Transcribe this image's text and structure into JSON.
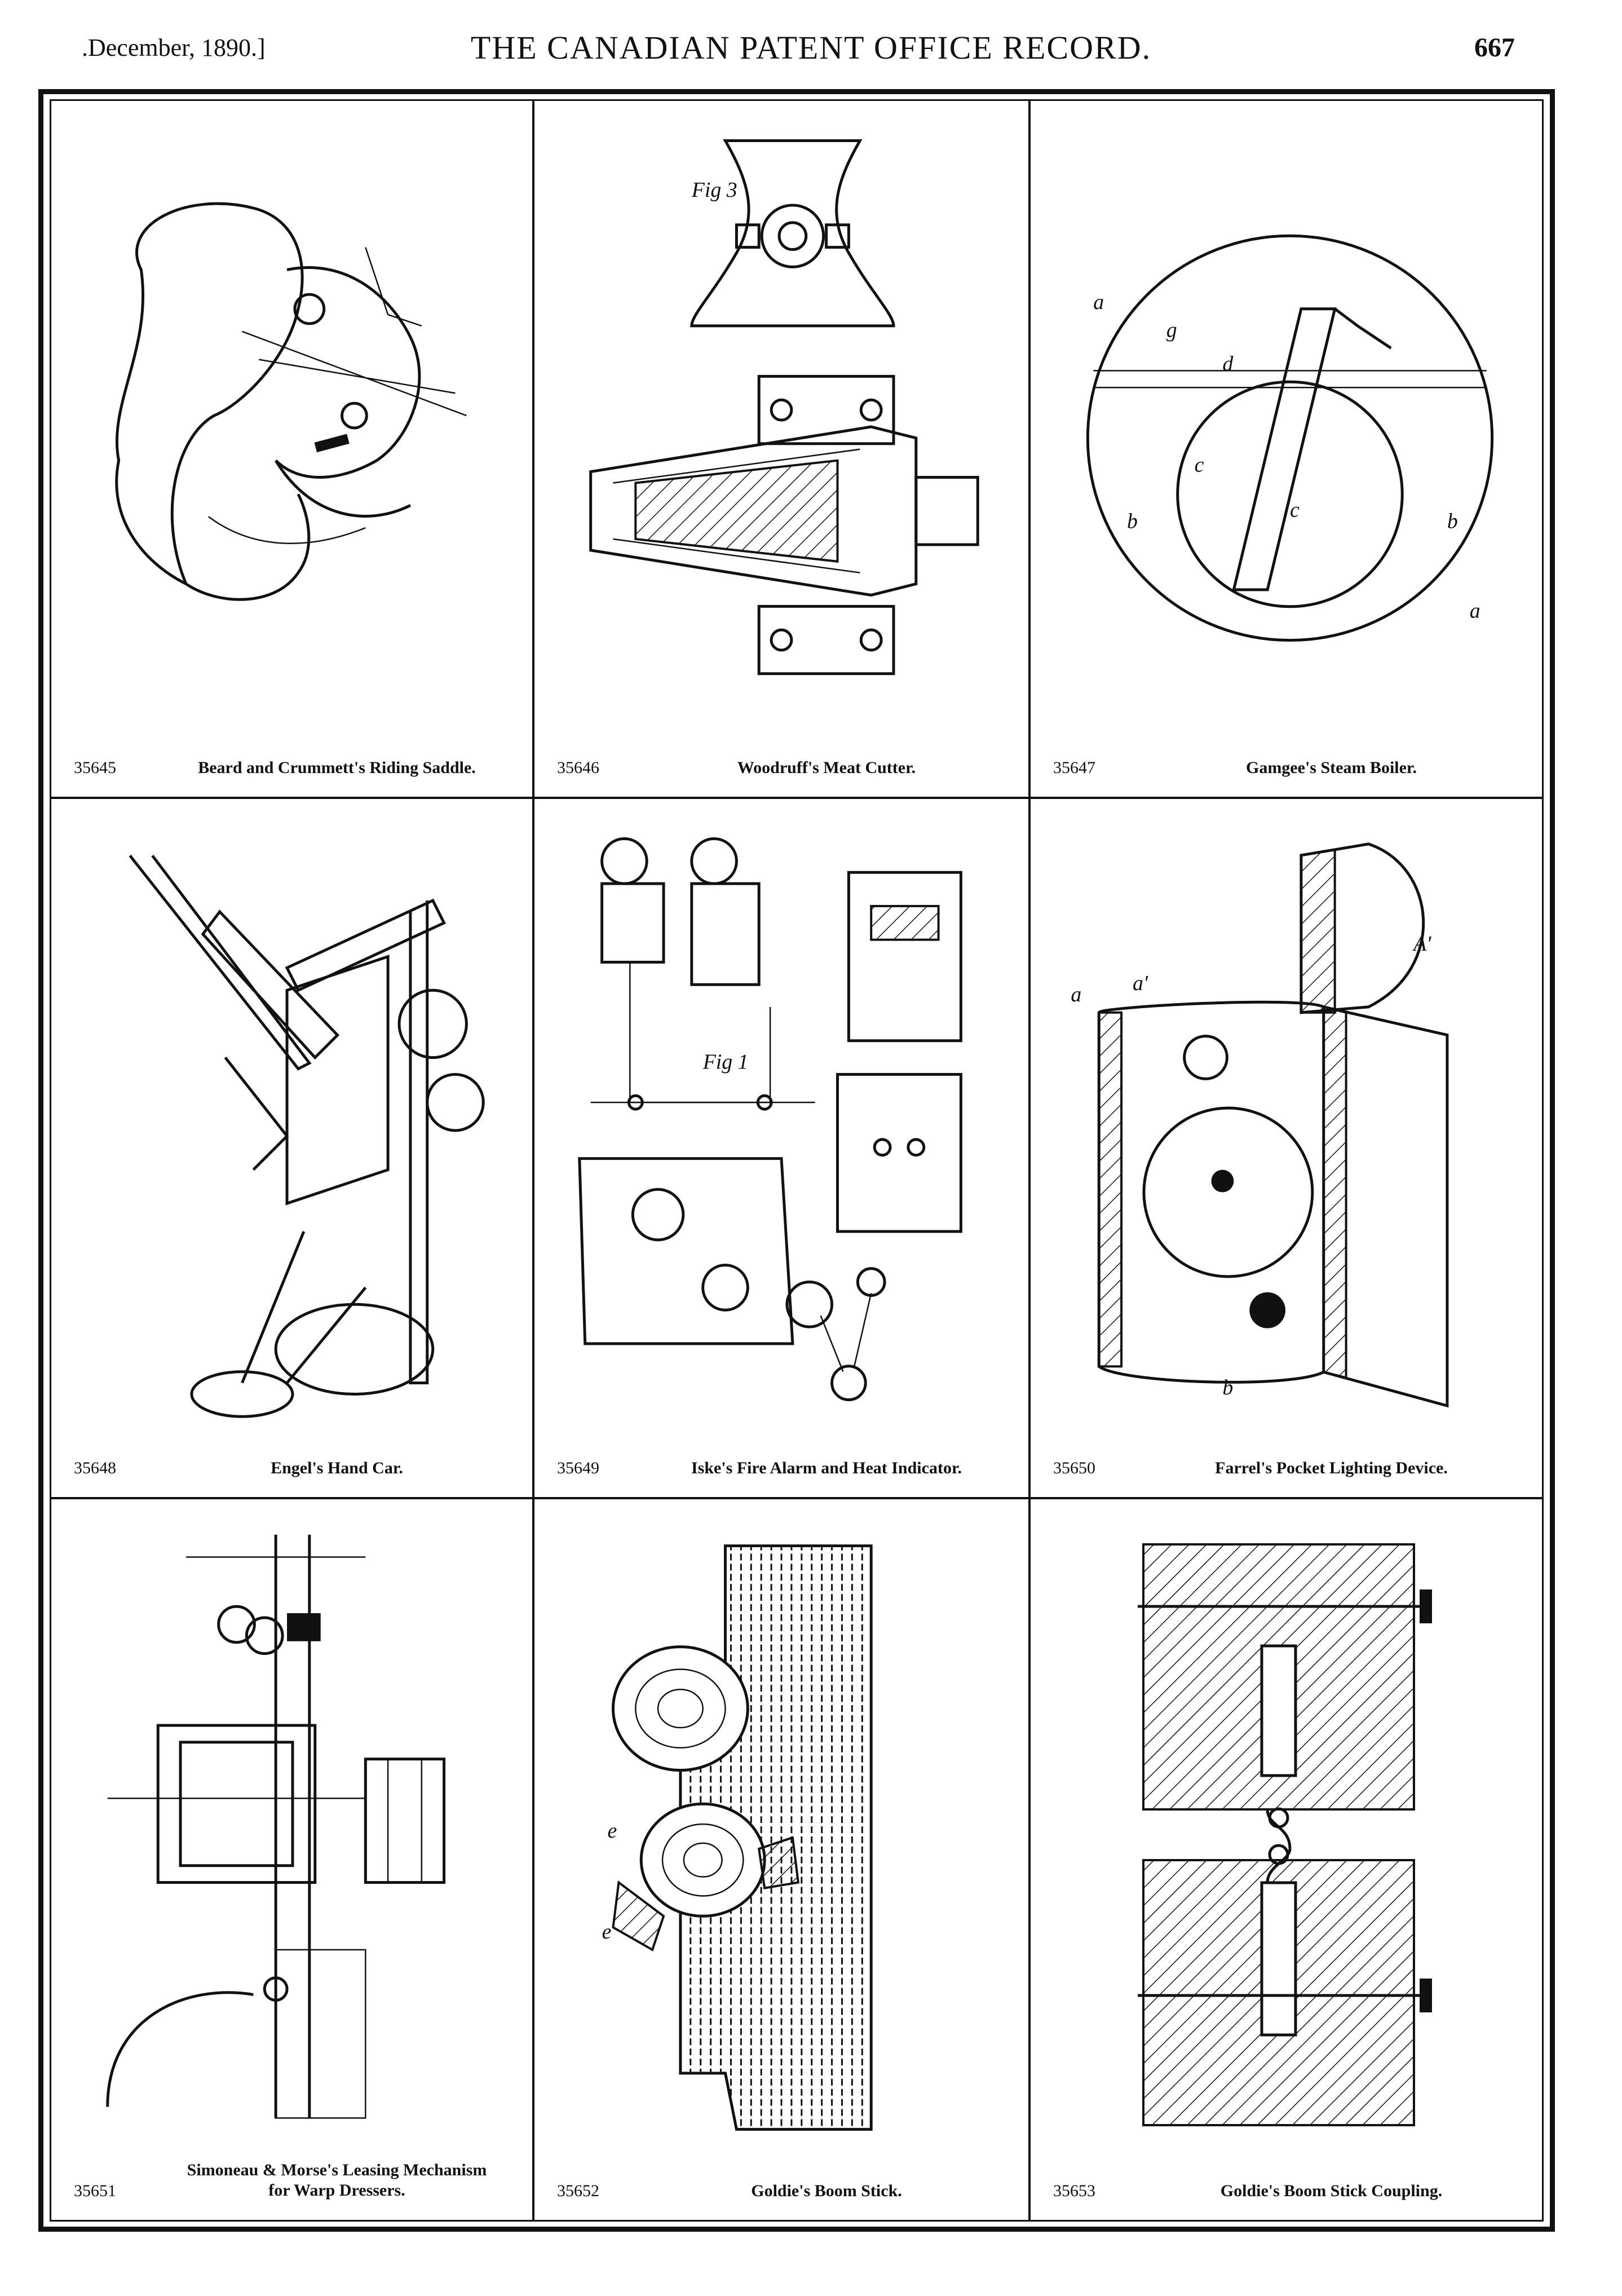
{
  "header": {
    "date": ".December, 1890.]",
    "title": "THE CANADIAN PATENT OFFICE RECORD.",
    "page_number": "667"
  },
  "patents": [
    {
      "number": "35645",
      "title": "Beard and Crummett's Riding Saddle."
    },
    {
      "number": "35646",
      "title": "Woodruff's Meat Cutter."
    },
    {
      "number": "35647",
      "title": "Gamgee's Steam Boiler."
    },
    {
      "number": "35648",
      "title": "Engel's Hand Car."
    },
    {
      "number": "35649",
      "title": "Iske's Fire Alarm and Heat Indicator."
    },
    {
      "number": "35650",
      "title": "Farrel's Pocket Lighting Device."
    },
    {
      "number": "35651",
      "title_line1": "Simoneau & Morse's Leasing Mechanism",
      "title_line2": "for Warp Dressers."
    },
    {
      "number": "35652",
      "title": "Goldie's Boom Stick."
    },
    {
      "number": "35653",
      "title": "Goldie's Boom Stick Coupling."
    }
  ],
  "figure_labels": {
    "fig1_label": "Fig 1",
    "fig3_label": "Fig 3",
    "a_prime": "A'"
  }
}
